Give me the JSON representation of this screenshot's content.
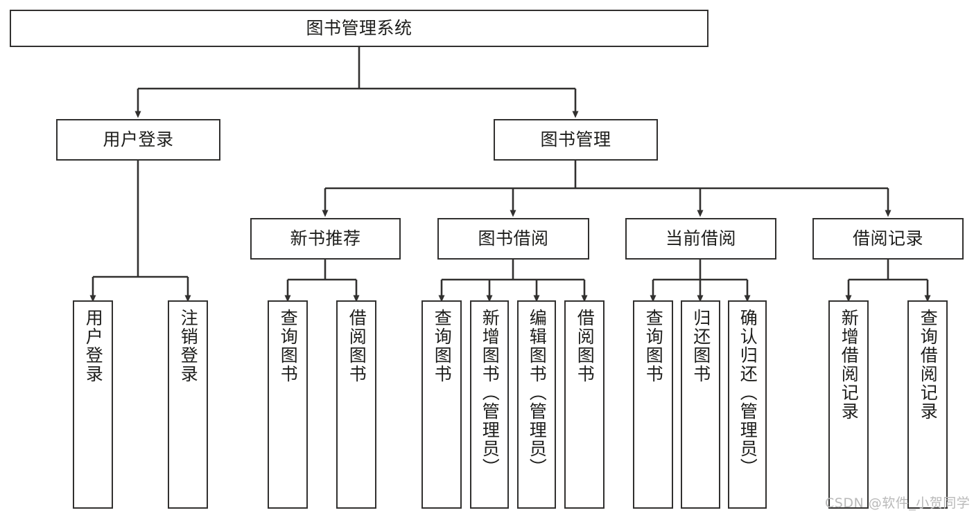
{
  "diagram": {
    "title": "图书管理系统",
    "type": "tree-hierarchy-chart",
    "colors": {
      "box_border": "#31302f",
      "box_fill": "#ffffff",
      "connector": "#31302f",
      "text": "#1d1d1b",
      "watermark": "#b9b9b9"
    },
    "root": {
      "label": "图书管理系统"
    },
    "level2": [
      {
        "label": "用户登录"
      },
      {
        "label": "图书管理"
      }
    ],
    "level3": [
      {
        "label": "新书推荐"
      },
      {
        "label": "图书借阅"
      },
      {
        "label": "当前借阅"
      },
      {
        "label": "借阅记录"
      }
    ],
    "leaves": {
      "user_login": [
        {
          "label": "用户登录"
        },
        {
          "label": "注销登录"
        }
      ],
      "new_book_recommend": [
        {
          "label": "查询图书"
        },
        {
          "label": "借阅图书"
        }
      ],
      "book_borrow": [
        {
          "label": "查询图书"
        },
        {
          "label": "新增图书（管理员）"
        },
        {
          "label": "编辑图书（管理员）"
        },
        {
          "label": "借阅图书"
        }
      ],
      "current_borrow": [
        {
          "label": "查询图书"
        },
        {
          "label": "归还图书"
        },
        {
          "label": "确认归还（管理员）"
        }
      ],
      "borrow_record": [
        {
          "label": "新增借阅记录"
        },
        {
          "label": "查询借阅记录"
        }
      ]
    },
    "watermark": "CSDN @软件_小贺同学"
  }
}
